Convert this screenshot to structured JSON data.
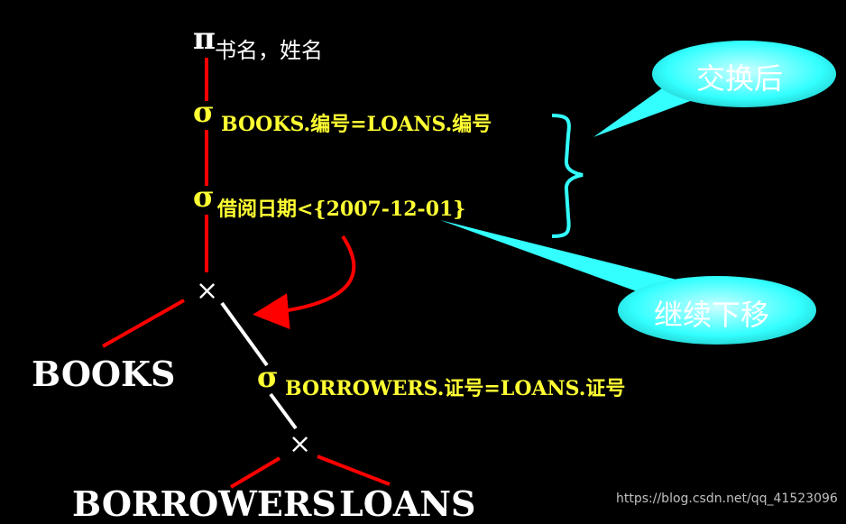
{
  "tree": {
    "projection": {
      "symbol": "π",
      "attrs": "书名，姓名"
    },
    "select_books": {
      "symbol": "σ",
      "condition": "BOOKS.编号=LOANS.编号"
    },
    "select_date": {
      "symbol": "σ",
      "condition": "借阅日期<{2007-12-01}"
    },
    "cross_top": {
      "symbol": "×"
    },
    "books": "BOOKS",
    "select_borrowers": {
      "symbol": "σ",
      "condition": "BORROWERS.证号=LOANS.证号"
    },
    "cross_bottom": {
      "symbol": "×"
    },
    "borrowers": "BORROWERS",
    "loans": "LOANS"
  },
  "callouts": {
    "swap": "交换后",
    "move_down": "继续下移"
  },
  "colors": {
    "background": "#000000",
    "edge_red": "#ff0000",
    "edge_white": "#ffffff",
    "label_yellow": "#ffff33",
    "callout_fill": "#33ffff",
    "brace": "#33ffff"
  },
  "watermark": "https://blog.csdn.net/qq_41523096"
}
